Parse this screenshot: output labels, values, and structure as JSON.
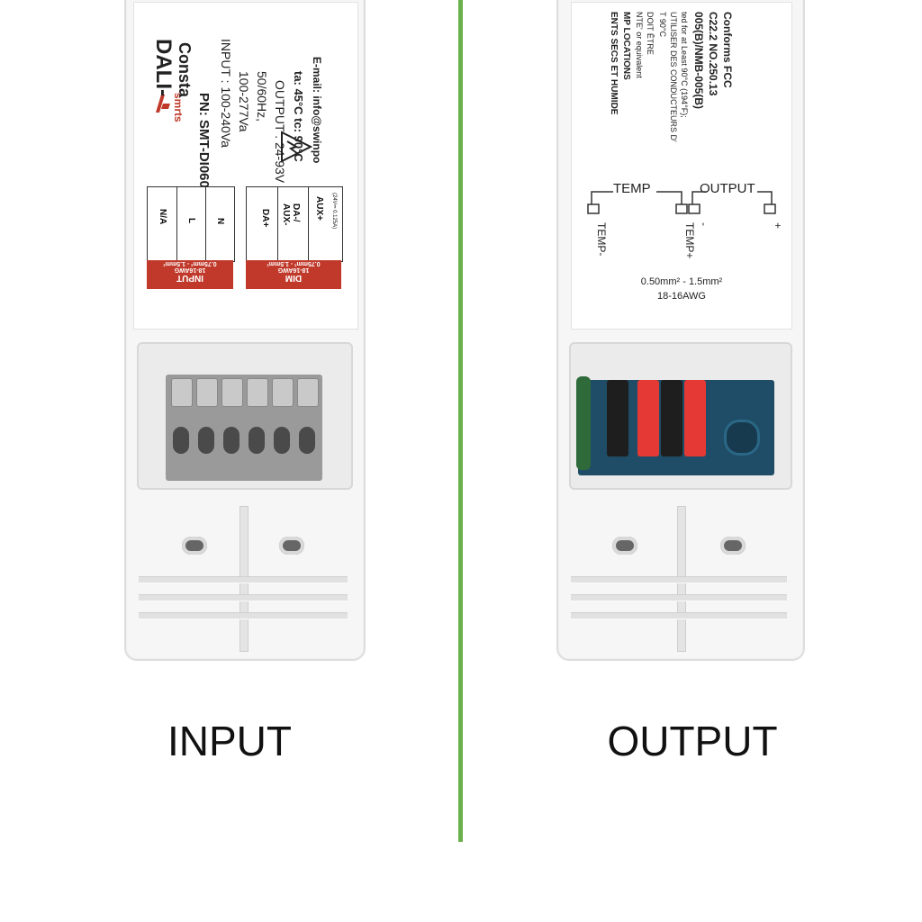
{
  "captions": {
    "left": "INPUT",
    "right": "OUTPUT"
  },
  "colors": {
    "divider": "#6ab04c",
    "label_red": "#c0392b",
    "terminal_red": "#e53935",
    "terminal_black": "#1e1e1e",
    "pcb_blue": "#1e4f6e"
  },
  "left_label": {
    "brand": "smrts",
    "title": "DALI-",
    "subtitle": "Consta",
    "pn": "PN:  SMT-DI060",
    "input_line1": "INPUT : 100-240Va",
    "input_line2": "100-277Va",
    "input_line3": "50/60Hz,",
    "output_line": "OUTPUT : 24-93V",
    "temps": "ta: 45°C   tc: 90°C",
    "email": "E-mail: info@swinpo",
    "input_terminals": [
      "N/A",
      "L",
      "N"
    ],
    "input_tab_title": "INPUT",
    "input_tab_spec1": "0.75mm² - 1.5mm²",
    "input_tab_spec2": "18-16AWG",
    "dim_terminals": [
      "DA+",
      "DA-/ AUX-",
      "AUX+"
    ],
    "aux_note": "(24V⎓ 0.125A)",
    "dim_tab_title": "DIM",
    "dim_tab_spec1": "0.75mm² - 1.5mm²",
    "dim_tab_spec2": "18-16AWG"
  },
  "right_label": {
    "lines": [
      "Conforms FCC",
      "C22.2 NO.250.13",
      "005(B)/NMB-005(B)",
      "ted for at Least 90°C (194°F);",
      "UTILISER DES CONDUCTEURS D'",
      "T 90°C",
      "DOIT ÊTRE",
      "NTE' or equivalent",
      "MP LOCATIONS",
      "ENTS SECS ET HUMIDE"
    ],
    "temp_header": "TEMP",
    "output_header": "OUTPUT",
    "temp_minus": "TEMP-",
    "temp_plus": "TEMP+",
    "out_minus": "-",
    "out_plus": "+",
    "wire_spec": "0.50mm² - 1.5mm²",
    "wire_awg": "18-16AWG"
  }
}
